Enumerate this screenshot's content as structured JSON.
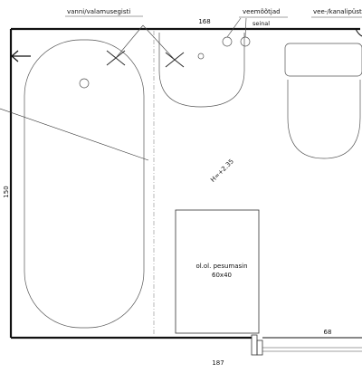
{
  "labels": {
    "bath_taps": "vanni/valamusegisti",
    "water_meters": "veemõõtjad",
    "water_meters_sub": "seinal",
    "riser": "vee-/kanalipüsti",
    "height": "H=+2.35",
    "washer_line1": "ol.ol. pesumasin",
    "washer_line2": "60x40"
  },
  "dimensions": {
    "top": "168",
    "left": "150",
    "bottom": "187",
    "right": "68"
  }
}
